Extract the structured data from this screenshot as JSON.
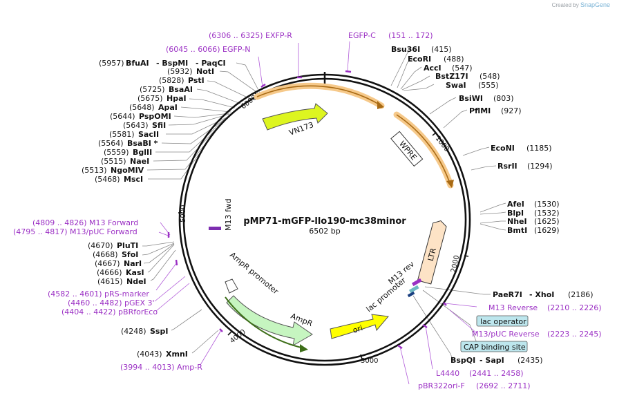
{
  "credit": {
    "prefix": "Created by",
    "brand": "SnapGene"
  },
  "plasmid": {
    "name": "pMP71-mGFP-llo190-mc38minor",
    "size": "6502 bp",
    "length": 6502
  },
  "ticks": [
    "1000",
    "2000",
    "3000",
    "4000",
    "5000",
    "6000"
  ],
  "features": [
    {
      "label": "VN173"
    },
    {
      "label": "WPRE"
    },
    {
      "label": "LTR"
    },
    {
      "label": "AmpR"
    },
    {
      "label": "AmpR promoter"
    },
    {
      "label": "ori"
    },
    {
      "label": "lac promoter"
    },
    {
      "label": "M13 rev"
    },
    {
      "label": "M13 fwd"
    }
  ],
  "boxed_features": [
    {
      "label": "lac operator"
    },
    {
      "label": "CAP binding site"
    }
  ],
  "sites_right": [
    {
      "name": "Bsu36I",
      "pos": "(415)"
    },
    {
      "name": "EcoRI",
      "pos": "(488)"
    },
    {
      "name": "AccI",
      "pos": "(547)"
    },
    {
      "name": "BstZ17I",
      "pos": "(548)"
    },
    {
      "name": "SwaI",
      "pos": "(555)"
    },
    {
      "name": "BsiWI",
      "pos": "(803)"
    },
    {
      "name": "PflMI",
      "pos": "(927)"
    },
    {
      "name": "EcoNI",
      "pos": "(1185)"
    },
    {
      "name": "RsrII",
      "pos": "(1294)"
    },
    {
      "name": "AfeI",
      "pos": "(1530)"
    },
    {
      "name": "BlpI",
      "pos": "(1532)"
    },
    {
      "name": "NheI",
      "pos": "(1625)"
    },
    {
      "name": "BmtI",
      "pos": "(1629)"
    },
    {
      "name": "PaeR7I",
      "pos": "(2186)"
    },
    {
      "name": "BspQI",
      "pos": "(2435)"
    }
  ],
  "site_suffixes": {
    "xhoi": "- XhoI",
    "sapi": "- SapI",
    "bspmi": "- BspMI",
    "paqci": "- PaqCI"
  },
  "sites_left": [
    {
      "name": "BfuAI",
      "pos": "(5957)"
    },
    {
      "name": "NotI",
      "pos": "(5932)"
    },
    {
      "name": "PstI",
      "pos": "(5828)"
    },
    {
      "name": "BsaAI",
      "pos": "(5725)"
    },
    {
      "name": "HpaI",
      "pos": "(5675)"
    },
    {
      "name": "ApaI",
      "pos": "(5648)"
    },
    {
      "name": "PspOMI",
      "pos": "(5644)"
    },
    {
      "name": "SfiI",
      "pos": "(5643)"
    },
    {
      "name": "SacII",
      "pos": "(5581)"
    },
    {
      "name": "BsaBI *",
      "pos": "(5564)"
    },
    {
      "name": "BglII",
      "pos": "(5559)"
    },
    {
      "name": "NaeI",
      "pos": "(5515)"
    },
    {
      "name": "NgoMIV",
      "pos": "(5513)"
    },
    {
      "name": "MscI",
      "pos": "(5468)"
    },
    {
      "name": "PluTI",
      "pos": "(4670)"
    },
    {
      "name": "SfoI",
      "pos": "(4668)"
    },
    {
      "name": "NarI",
      "pos": "(4667)"
    },
    {
      "name": "KasI",
      "pos": "(4666)"
    },
    {
      "name": "NdeI",
      "pos": "(4615)"
    },
    {
      "name": "SspI",
      "pos": "(4248)"
    },
    {
      "name": "XmnI",
      "pos": "(4043)"
    }
  ],
  "primers": [
    {
      "text": "(6306 .. 6325)  EXFP-R"
    },
    {
      "text": "EGFP-C"
    },
    {
      "text": "(151 .. 172)"
    },
    {
      "text": "(6045 .. 6066)  EGFP-N"
    },
    {
      "text": "M13 Reverse"
    },
    {
      "text": "(2210 .. 2226)"
    },
    {
      "text": "M13/pUC Reverse"
    },
    {
      "text": "(2223 .. 2245)"
    },
    {
      "text": "L4440"
    },
    {
      "text": "(2441 .. 2458)"
    },
    {
      "text": "pBR322ori-F"
    },
    {
      "text": "(2692 .. 2711)"
    },
    {
      "text": "(4809 .. 4826)  M13 Forward"
    },
    {
      "text": "(4795 .. 4817)  M13/pUC Forward"
    },
    {
      "text": "(4582 .. 4601)  pRS-marker"
    },
    {
      "text": "(4460 .. 4482)  pGEX 3'"
    },
    {
      "text": "(4404 .. 4422)  pBRforEco"
    },
    {
      "text": "(3994 .. 4013)  Amp-R"
    }
  ]
}
